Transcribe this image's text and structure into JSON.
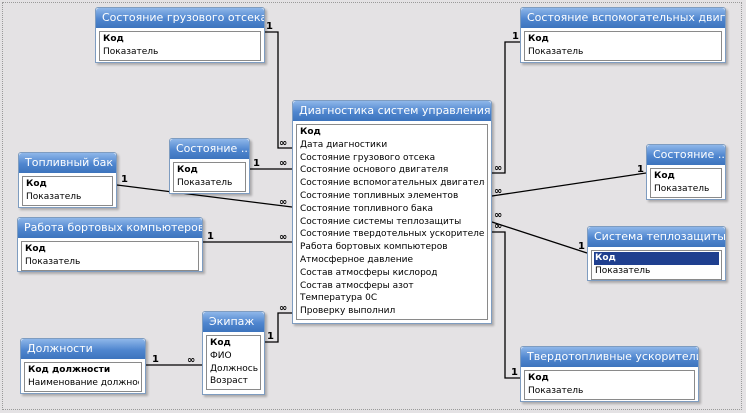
{
  "tables": {
    "cargo": {
      "title": "Состояние грузового отсека",
      "fields": [
        "Код",
        "Показатель"
      ]
    },
    "aux": {
      "title": "Состояние вспомогательных двиг",
      "fields": [
        "Код",
        "Показатель"
      ]
    },
    "main": {
      "title": "Диагностика систем управления",
      "fields": [
        "Код",
        "Дата диагностики",
        "Состояние грузового отсека",
        "Состояние основого двигателя",
        "Состояние вспомогательных двигателей",
        "Состояние топливных элементов",
        "Состояние топливного бака",
        "Состояние системы теплозащиты",
        "Состояние твердотельных ускорителей",
        "Работа бортовых компьютеров",
        "Атмосферное давление",
        "Состав атмосферы кислород",
        "Состав атмосферы азот",
        "Температура 0С",
        "Проверку выполнил"
      ]
    },
    "engine": {
      "title": "Состояние ...",
      "fields": [
        "Код",
        "Показатель"
      ]
    },
    "fuelcells": {
      "title": "Состояние ...",
      "fields": [
        "Код",
        "Показатель"
      ]
    },
    "tank": {
      "title": "Топливный бак",
      "fields": [
        "Код",
        "Показатель"
      ]
    },
    "computers": {
      "title": "Работа бортовых компьютеров",
      "fields": [
        "Код",
        "Показатель"
      ]
    },
    "thermal": {
      "title": "Система теплозащиты",
      "fields": [
        "Код",
        "Показатель"
      ]
    },
    "crew": {
      "title": "Экипаж",
      "fields": [
        "Код",
        "ФИО",
        "Должнось",
        "Возраст"
      ]
    },
    "positions": {
      "title": "Должности",
      "fields": [
        "Код должности",
        "Наименование должности"
      ]
    },
    "boosters": {
      "title": "Твердотопливные ускорители",
      "fields": [
        "Код",
        "Показатель"
      ]
    }
  },
  "relationship_labels": {
    "one": "1",
    "many": "∞"
  }
}
